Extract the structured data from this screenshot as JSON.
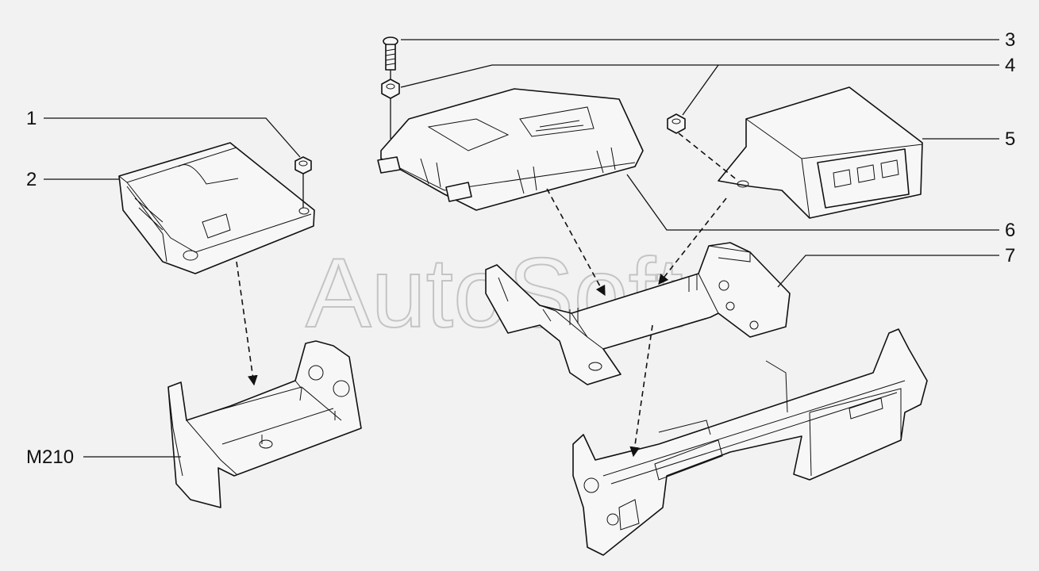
{
  "watermark": "AutoSoft",
  "callouts": {
    "c1": "1",
    "c2": "2",
    "c3": "3",
    "c4": "4",
    "c5": "5",
    "c6": "6",
    "c7": "7",
    "m210": "M210"
  }
}
